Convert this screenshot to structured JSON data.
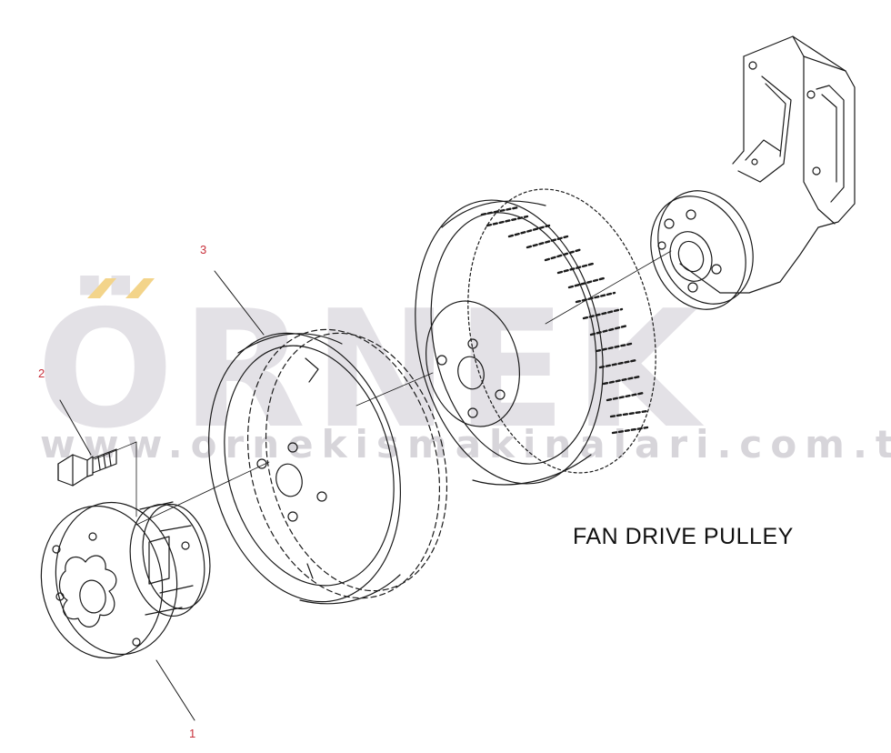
{
  "watermark": {
    "brand": "ÖRNEK",
    "url": "www.ornekismakinalari.com.tr",
    "colors": {
      "text": "#e3e1e6",
      "accent": "#f3d48a"
    }
  },
  "diagram": {
    "title": "FAN DRIVE PULLEY",
    "callouts": [
      {
        "number": "1"
      },
      {
        "number": "2"
      },
      {
        "number": "3"
      }
    ],
    "colors": {
      "line": "#1a1a1a",
      "callout": "#c8303b"
    }
  }
}
